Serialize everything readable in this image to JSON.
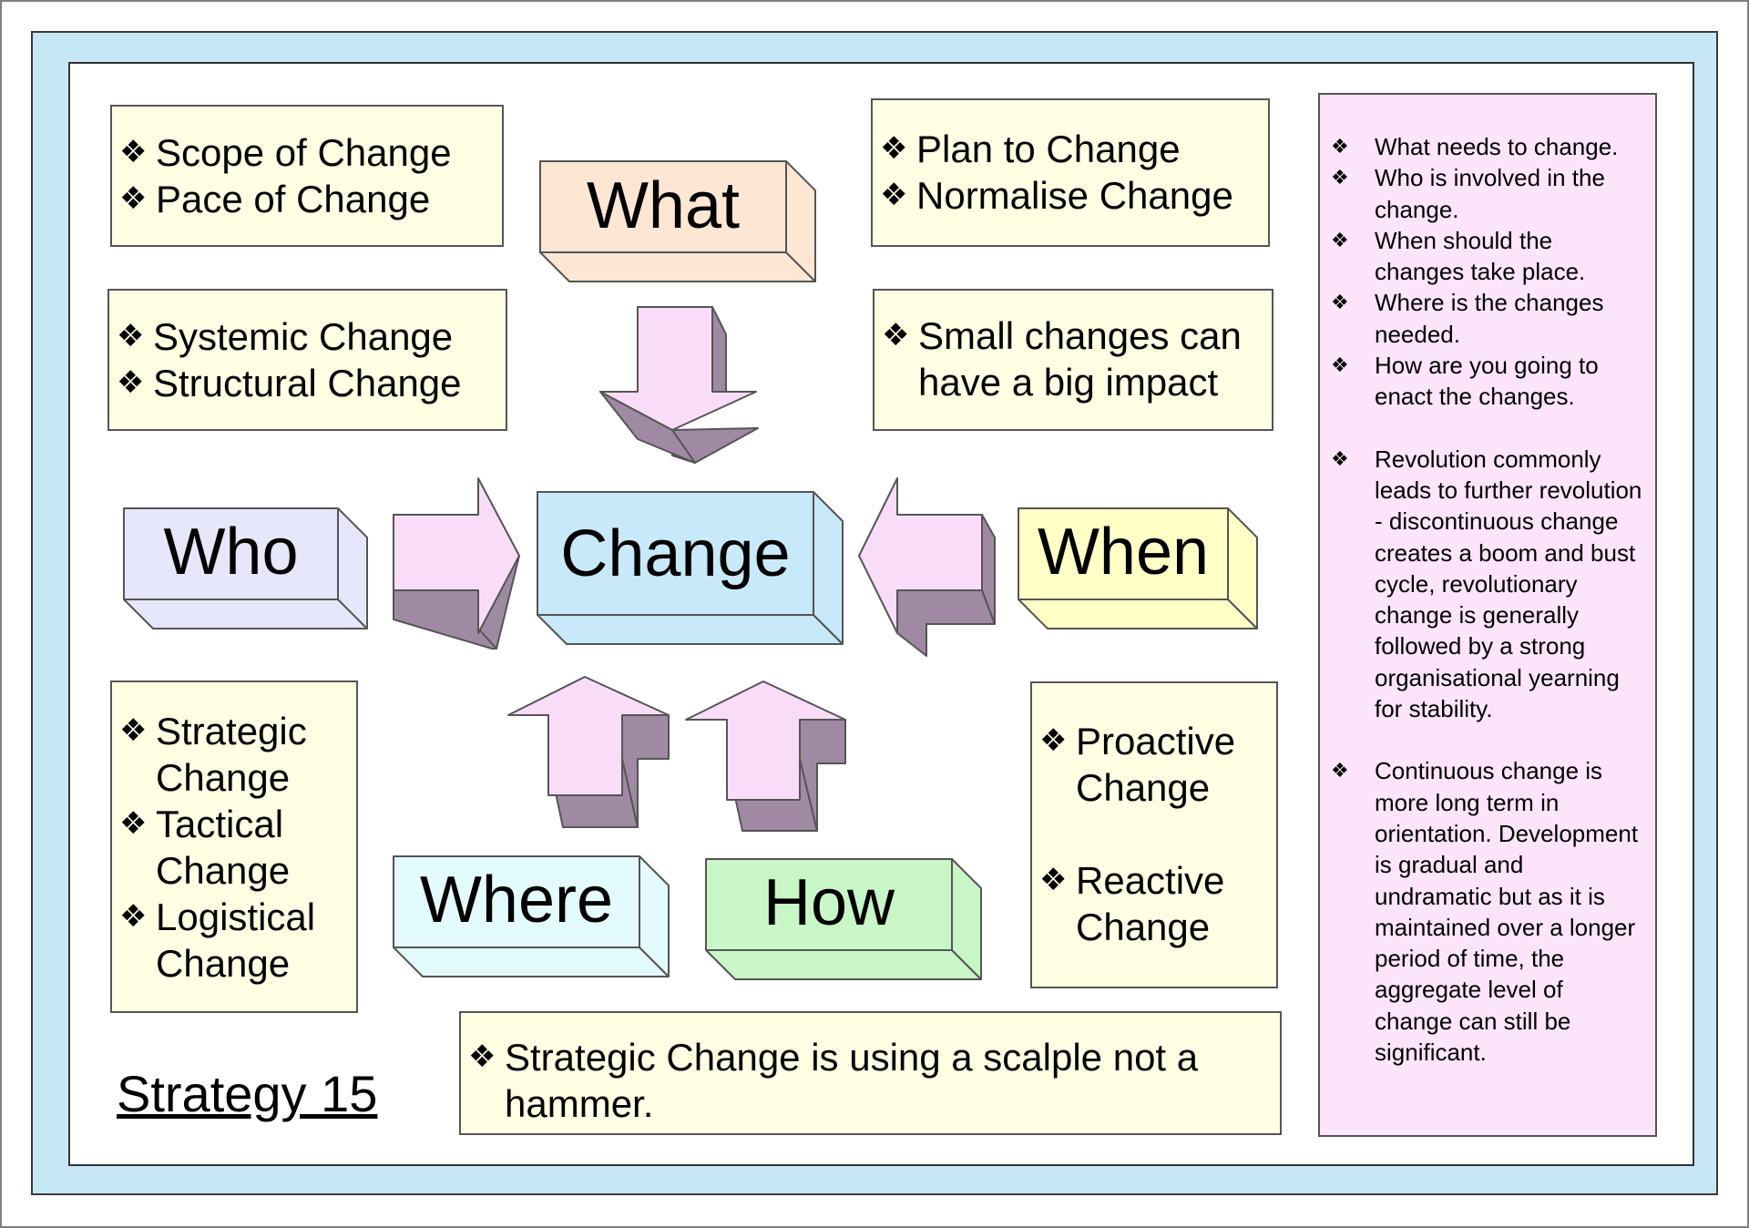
{
  "title": "Strategy 15",
  "labels": {
    "what": "What",
    "who": "Who",
    "change": "Change",
    "when": "When",
    "where": "Where",
    "how": "How"
  },
  "bullet_symbol": "❖",
  "notes": {
    "scope_pace": [
      "Scope of Change",
      "Pace of Change"
    ],
    "plan_normalise": [
      "Plan to Change",
      "Normalise Change"
    ],
    "systemic_structural": [
      "Systemic Change",
      "Structural Change"
    ],
    "small_changes": [
      "Small changes can have a big impact"
    ],
    "strategic_tactical_logistical": [
      "Strategic Change",
      "Tactical Change",
      "Logistical Change"
    ],
    "proactive_reactive": [
      "Proactive Change",
      "Reactive Change"
    ],
    "scalpel": [
      "Strategic Change is using a scalple not a hammer."
    ]
  },
  "sidebar": [
    "What needs to change.",
    "Who is involved in the change.",
    "When should the changes take place.",
    "Where is the changes needed.",
    "How are you going to enact the changes.",
    "Revolution commonly leads to further revolution - discontinuous change creates a boom and bust cycle, revolutionary change is generally followed by a strong organisational yearning for stability.",
    "Continuous change is more long term in orientation. Development is gradual and undramatic but as it is maintained over a longer period of time, the aggregate level of change can still be significant."
  ],
  "colors": {
    "what": "#fde6d3",
    "who": "#e7e7fc",
    "change": "#c8e9f9",
    "when": "#ffffc6",
    "where": "#e4fbfd",
    "how": "#c8f6c6",
    "arrow": "#f9dcf7",
    "arrow_shade": "#a08aa3",
    "note": "#ffffe3",
    "sidebar": "#fce4fa",
    "frame": "#c6e7f6"
  }
}
